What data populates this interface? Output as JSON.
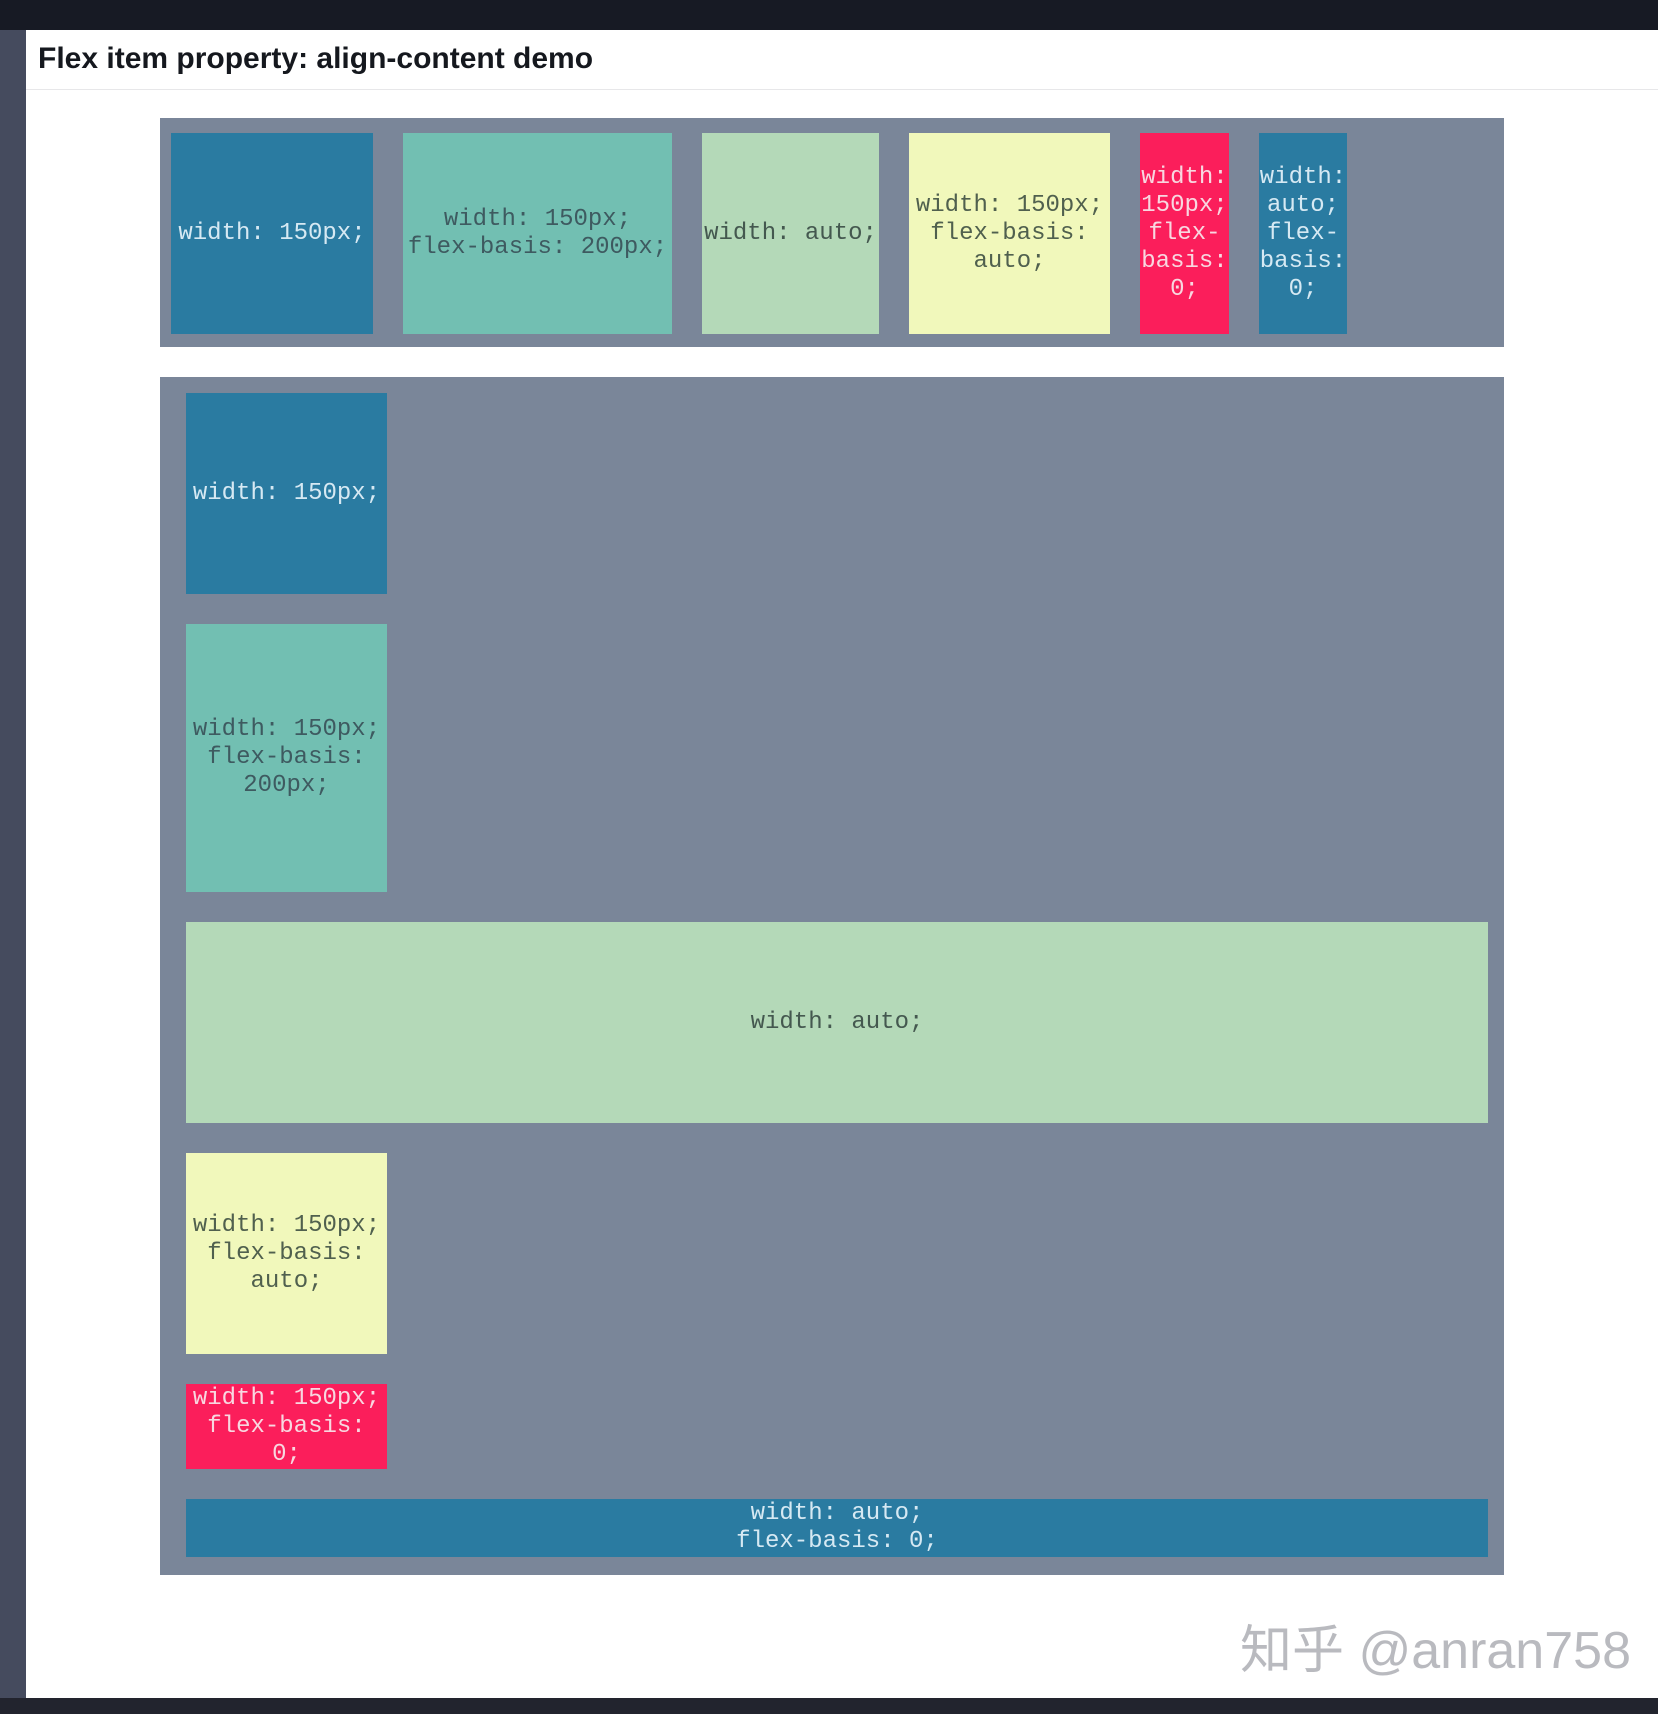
{
  "page": {
    "title": "Flex item property: align-content demo",
    "watermark": "知乎 @anran758"
  },
  "colors": {
    "container_background": "#7a8699",
    "item_blue": "#2a7ba1",
    "item_teal": "#72bfb2",
    "item_green": "#b4d9b8",
    "item_yellow": "#f1f8bb",
    "item_pink": "#fb1e5b",
    "frame_dark": "#171a24",
    "frame_left_strip": "#454b5e"
  },
  "containers": [
    {
      "name": "row-flex-container",
      "direction": "row",
      "items": [
        {
          "color": "blue",
          "label": "width: 150px;"
        },
        {
          "color": "teal",
          "label": "width: 150px;\nflex-basis: 200px;"
        },
        {
          "color": "green",
          "label": "width: auto;"
        },
        {
          "color": "yellow",
          "label": "width: 150px;\nflex-basis:\nauto;"
        },
        {
          "color": "pink",
          "label": "width:\n150px;\nflex-\nbasis:\n0;"
        },
        {
          "color": "blue",
          "label": "width:\nauto;\nflex-\nbasis:\n0;"
        }
      ]
    },
    {
      "name": "column-flex-container",
      "direction": "column",
      "items": [
        {
          "color": "blue",
          "label": "width: 150px;"
        },
        {
          "color": "teal",
          "label": "width: 150px;\nflex-basis:\n200px;"
        },
        {
          "color": "green",
          "label": "width: auto;"
        },
        {
          "color": "yellow",
          "label": "width: 150px;\nflex-basis:\nauto;"
        },
        {
          "color": "pink",
          "label": "width: 150px;\nflex-basis:\n0;"
        },
        {
          "color": "blue",
          "label": "width: auto;\nflex-basis: 0;"
        }
      ]
    }
  ]
}
